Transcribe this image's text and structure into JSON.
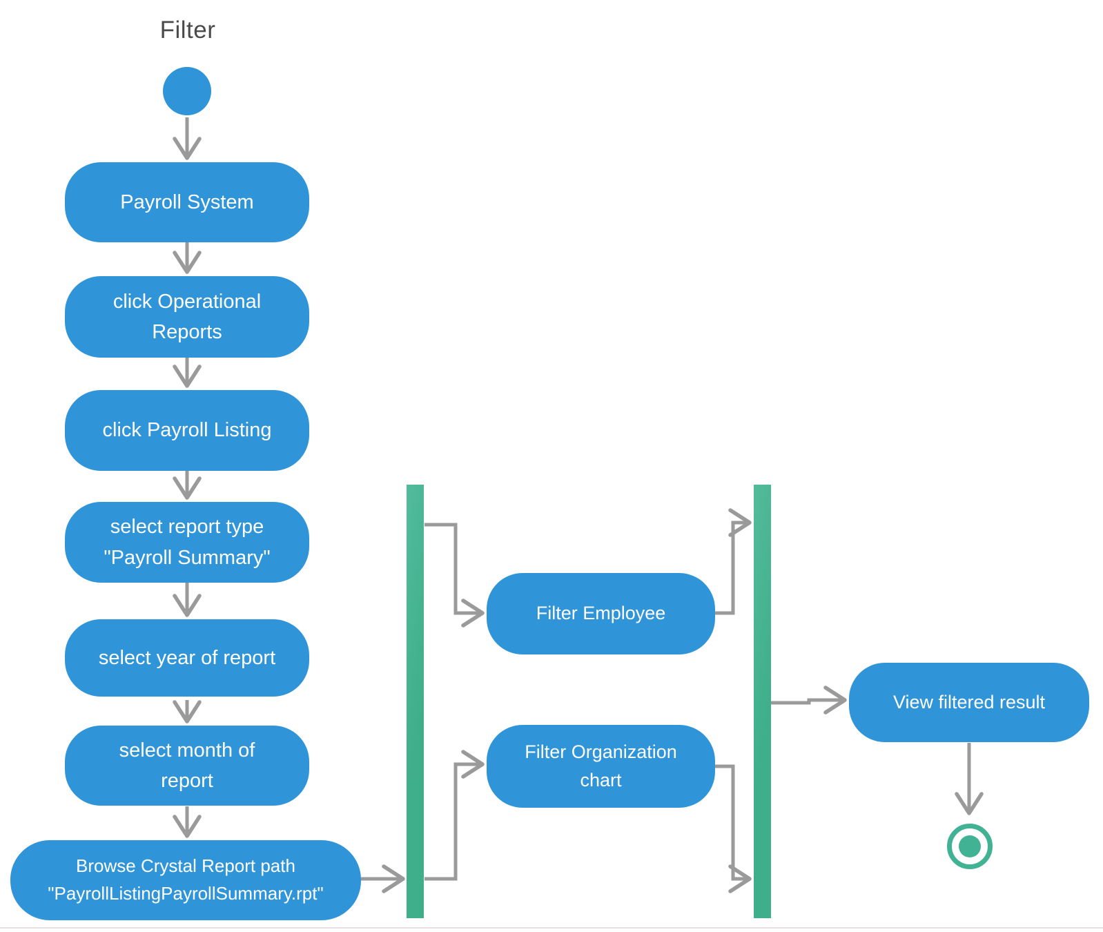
{
  "diagram": {
    "title": "Filter",
    "type": "uml-activity-diagram",
    "colors": {
      "activity_node_blue": "#3095d8",
      "sync_bar_teal": "#41b294",
      "end_node_teal": "#41b294",
      "connector_gray": "#9a9a9a",
      "node_text": "#ffffff",
      "title_text": "#4a4a4a",
      "background": "#ffffff"
    },
    "nodes": {
      "payroll_system": "Payroll System",
      "click_operational_reports": "click Operational\nReports",
      "click_payroll_listing": "click Payroll Listing",
      "select_report_type": "select report type\n\"Payroll Summary\"",
      "select_year": "select year of report",
      "select_month": "select month of\nreport",
      "browse_crystal_report": "Browse Crystal Report path\n\"PayrollListingPayrollSummary.rpt\"",
      "filter_employee": "Filter Employee",
      "filter_organization_chart": "Filter Organization\nchart",
      "view_filtered_result": "View filtered result"
    }
  }
}
